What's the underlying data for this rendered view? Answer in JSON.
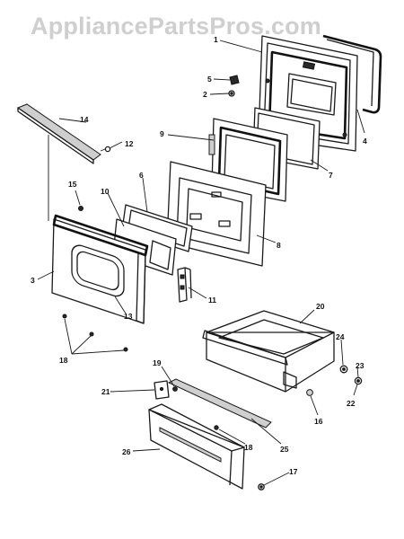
{
  "watermark": "AppliancePartsPros.com",
  "callouts": {
    "c1": "1",
    "c2": "2",
    "c3": "3",
    "c4": "4",
    "c5": "5",
    "c6": "6",
    "c7": "7",
    "c8": "8",
    "c9": "9",
    "c10": "10",
    "c11": "11",
    "c12": "12",
    "c13": "13",
    "c14": "14",
    "c15": "15",
    "c16": "16",
    "c17": "17",
    "c18a": "18",
    "c18b": "18",
    "c19": "19",
    "c20": "20",
    "c21": "21",
    "c22": "22",
    "c23": "23",
    "c24": "24",
    "c25": "25",
    "c26": "26"
  }
}
